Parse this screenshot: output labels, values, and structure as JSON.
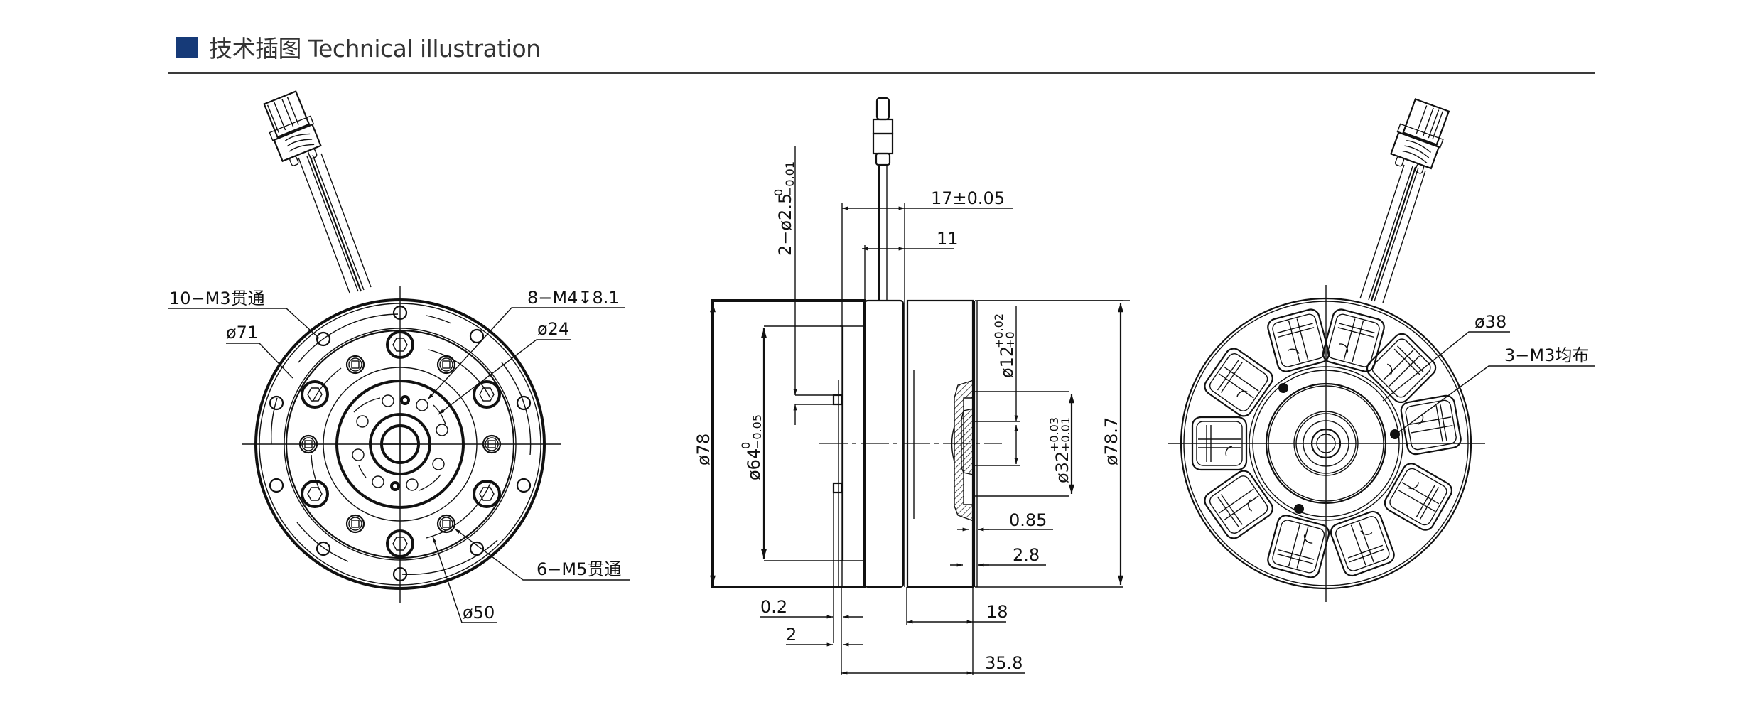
{
  "header": {
    "title": "技术插图 Technical illustration",
    "accent_color": "#163a78",
    "rule_color": "#3a3a3a"
  },
  "front_view": {
    "labels": {
      "holes_m3": "10−M3贯通",
      "dia_71": "ø71",
      "holes_m4": "8−M4↧8.1",
      "dia_24": "ø24",
      "holes_m5": "6−M5贯通",
      "dia_50": "ø50"
    }
  },
  "side_view": {
    "labels": {
      "pin_dia": "2−ø2.5",
      "pin_tol_upper": "0",
      "pin_tol_lower": "−0.01",
      "width_17": "17±0.05",
      "width_11": "11",
      "dia_78": "ø78",
      "dia_64": "ø64",
      "dia_64_tol_upper": "0",
      "dia_64_tol_lower": "−0.05",
      "dia_12": "ø12",
      "dia_12_tol_upper": "+0.02",
      "dia_12_tol_lower": "+0",
      "dia_32": "ø32",
      "dia_32_tol_upper": "+0.03",
      "dia_32_tol_lower": "+0.01",
      "dia_78_7": "ø78.7",
      "gap_0_85": "0.85",
      "gap_2_8": "2.8",
      "gap_0_2": "0.2",
      "gap_2": "2",
      "len_18": "18",
      "len_35_8": "35.8"
    }
  },
  "rear_view": {
    "labels": {
      "dia_38": "ø38",
      "holes_m3": "3−M3均布"
    }
  }
}
